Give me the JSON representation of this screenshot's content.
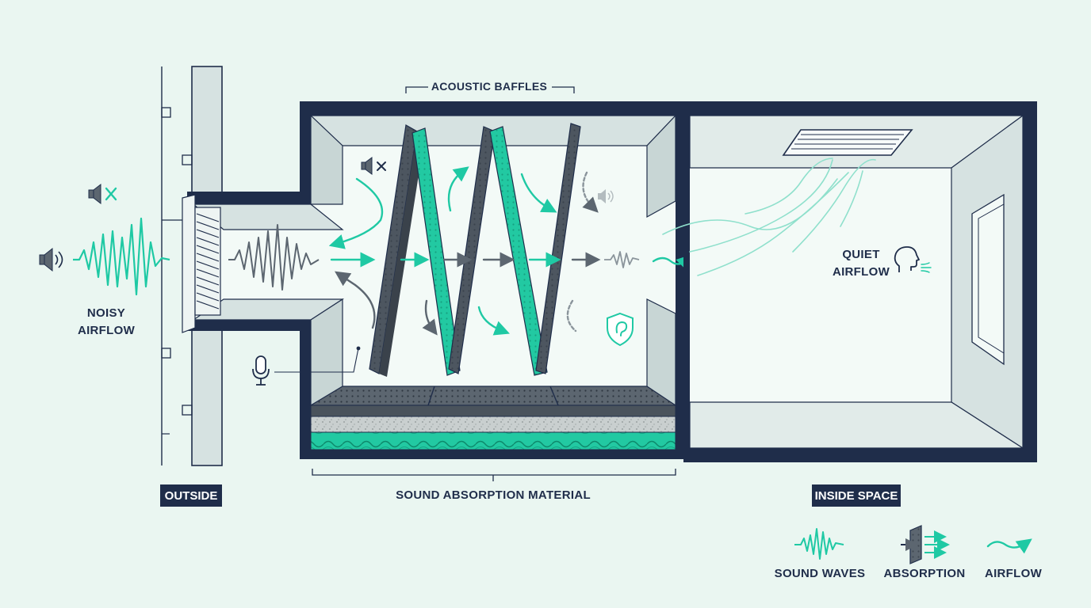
{
  "labels": {
    "acoustic_baffles": "ACOUSTIC BAFFLES",
    "noisy_line1": "NOISY",
    "noisy_line2": "AIRFLOW",
    "quiet_line1": "QUIET",
    "quiet_line2": "AIRFLOW",
    "outside": "OUTSIDE",
    "sound_absorption": "SOUND ABSORPTION MATERIAL",
    "inside_space": "INSIDE SPACE"
  },
  "legend": [
    {
      "label": "SOUND WAVES",
      "icon": "sound-wave-icon"
    },
    {
      "label": "ABSORPTION",
      "icon": "absorption-icon"
    },
    {
      "label": "AIRFLOW",
      "icon": "airflow-icon"
    }
  ],
  "colors": {
    "background": "#eaf6f1",
    "navy": "#1f2d4a",
    "teal": "#1fc9a4",
    "panel_gray": "#5c6670",
    "wall": "#d6e2e1"
  },
  "icons": [
    "speaker-icon",
    "muted-speaker-icon",
    "microphone-icon",
    "ear-shield-icon",
    "person-head-icon",
    "ceiling-vent-icon",
    "intake-grille-icon"
  ]
}
